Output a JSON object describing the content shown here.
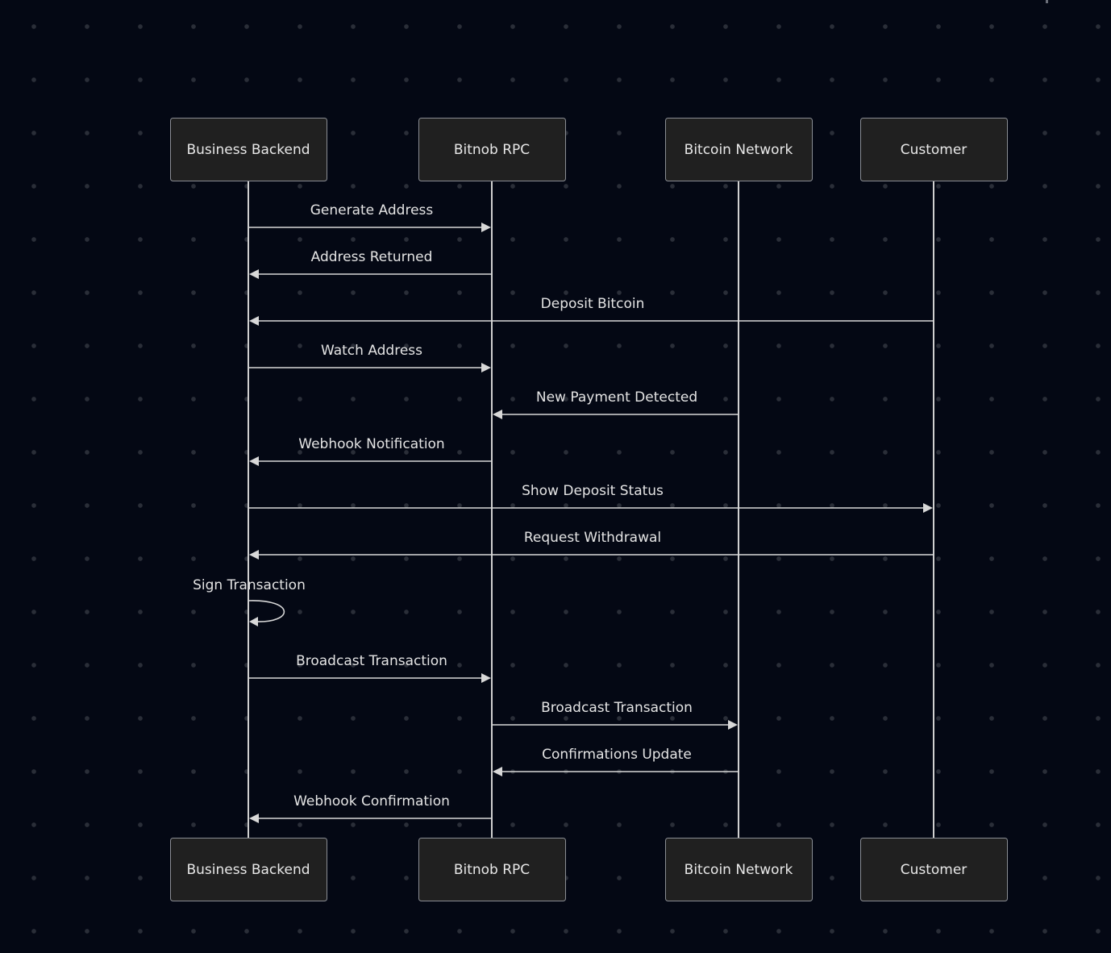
{
  "participants": [
    {
      "id": "backend",
      "label": "Business Backend"
    },
    {
      "id": "rpc",
      "label": "Bitnob RPC"
    },
    {
      "id": "network",
      "label": "Bitcoin Network"
    },
    {
      "id": "customer",
      "label": "Customer"
    }
  ],
  "messages": [
    {
      "from": "backend",
      "to": "rpc",
      "label": "Generate Address"
    },
    {
      "from": "rpc",
      "to": "backend",
      "label": "Address Returned"
    },
    {
      "from": "customer",
      "to": "backend",
      "label": "Deposit Bitcoin"
    },
    {
      "from": "backend",
      "to": "rpc",
      "label": "Watch Address"
    },
    {
      "from": "network",
      "to": "rpc",
      "label": "New Payment Detected"
    },
    {
      "from": "rpc",
      "to": "backend",
      "label": "Webhook Notification"
    },
    {
      "from": "backend",
      "to": "customer",
      "label": "Show Deposit Status"
    },
    {
      "from": "customer",
      "to": "backend",
      "label": "Request Withdrawal"
    },
    {
      "from": "backend",
      "to": "backend",
      "label": "Sign Transaction"
    },
    {
      "from": "backend",
      "to": "rpc",
      "label": "Broadcast Transaction"
    },
    {
      "from": "rpc",
      "to": "network",
      "label": "Broadcast Transaction"
    },
    {
      "from": "network",
      "to": "rpc",
      "label": "Confirmations Update"
    },
    {
      "from": "rpc",
      "to": "backend",
      "label": "Webhook Confirmation"
    }
  ],
  "colors": {
    "background": "#040814",
    "actor_fill": "#202020",
    "actor_border": "#8a8d93",
    "line": "#d8d8d8",
    "text": "#e4e4e4"
  }
}
